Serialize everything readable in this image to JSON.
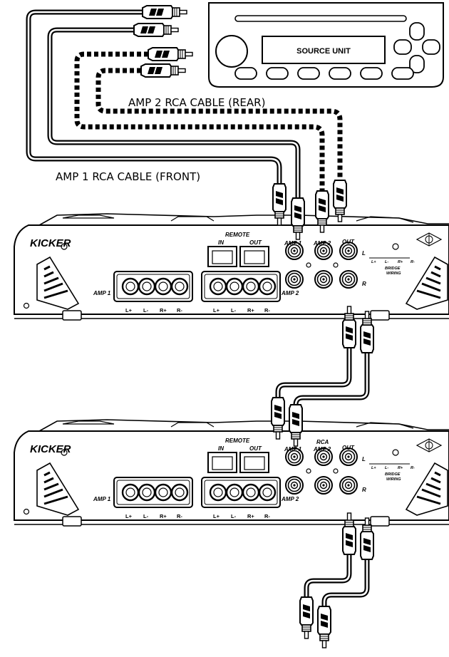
{
  "source_unit": {
    "label": "SOURCE UNIT"
  },
  "cables": {
    "amp2_label": "AMP 2 RCA CABLE (REAR)",
    "amp1_label": "AMP 1 RCA CABLE (FRONT)"
  },
  "amplifiers": [
    {
      "brand": "KICKER",
      "remote": "REMOTE",
      "in": "IN",
      "out": "OUT",
      "amp1": "AMP 1",
      "amp2": "AMP 2",
      "rca_amp1": "AMP 1",
      "rca_amp2": "AMP 2",
      "rca_out": "OUT",
      "rca_l": "L",
      "rca_r": "R",
      "t1": [
        "L+",
        "L-",
        "R+",
        "R-"
      ],
      "t2": [
        "L+",
        "L-",
        "R+",
        "R-"
      ],
      "bridge_pins": [
        "L+",
        "L-",
        "R+",
        "R-"
      ],
      "bridge": "BRIDGE",
      "wiring": "WIRING"
    },
    {
      "brand": "KICKER",
      "remote": "REMOTE",
      "in": "IN",
      "out": "OUT",
      "amp1": "AMP 1",
      "amp2": "AMP 2",
      "rca": "RCA",
      "rca_amp1": "AMP 1",
      "rca_amp2": "AMP 2",
      "rca_out": "OUT",
      "rca_l": "L",
      "rca_r": "R",
      "t1": [
        "L+",
        "L-",
        "R+",
        "R-"
      ],
      "t2": [
        "L+",
        "L-",
        "R+",
        "R-"
      ],
      "bridge_pins": [
        "L+",
        "L-",
        "R+",
        "R-"
      ],
      "bridge": "BRIDGE",
      "wiring": "WIRING"
    }
  ]
}
